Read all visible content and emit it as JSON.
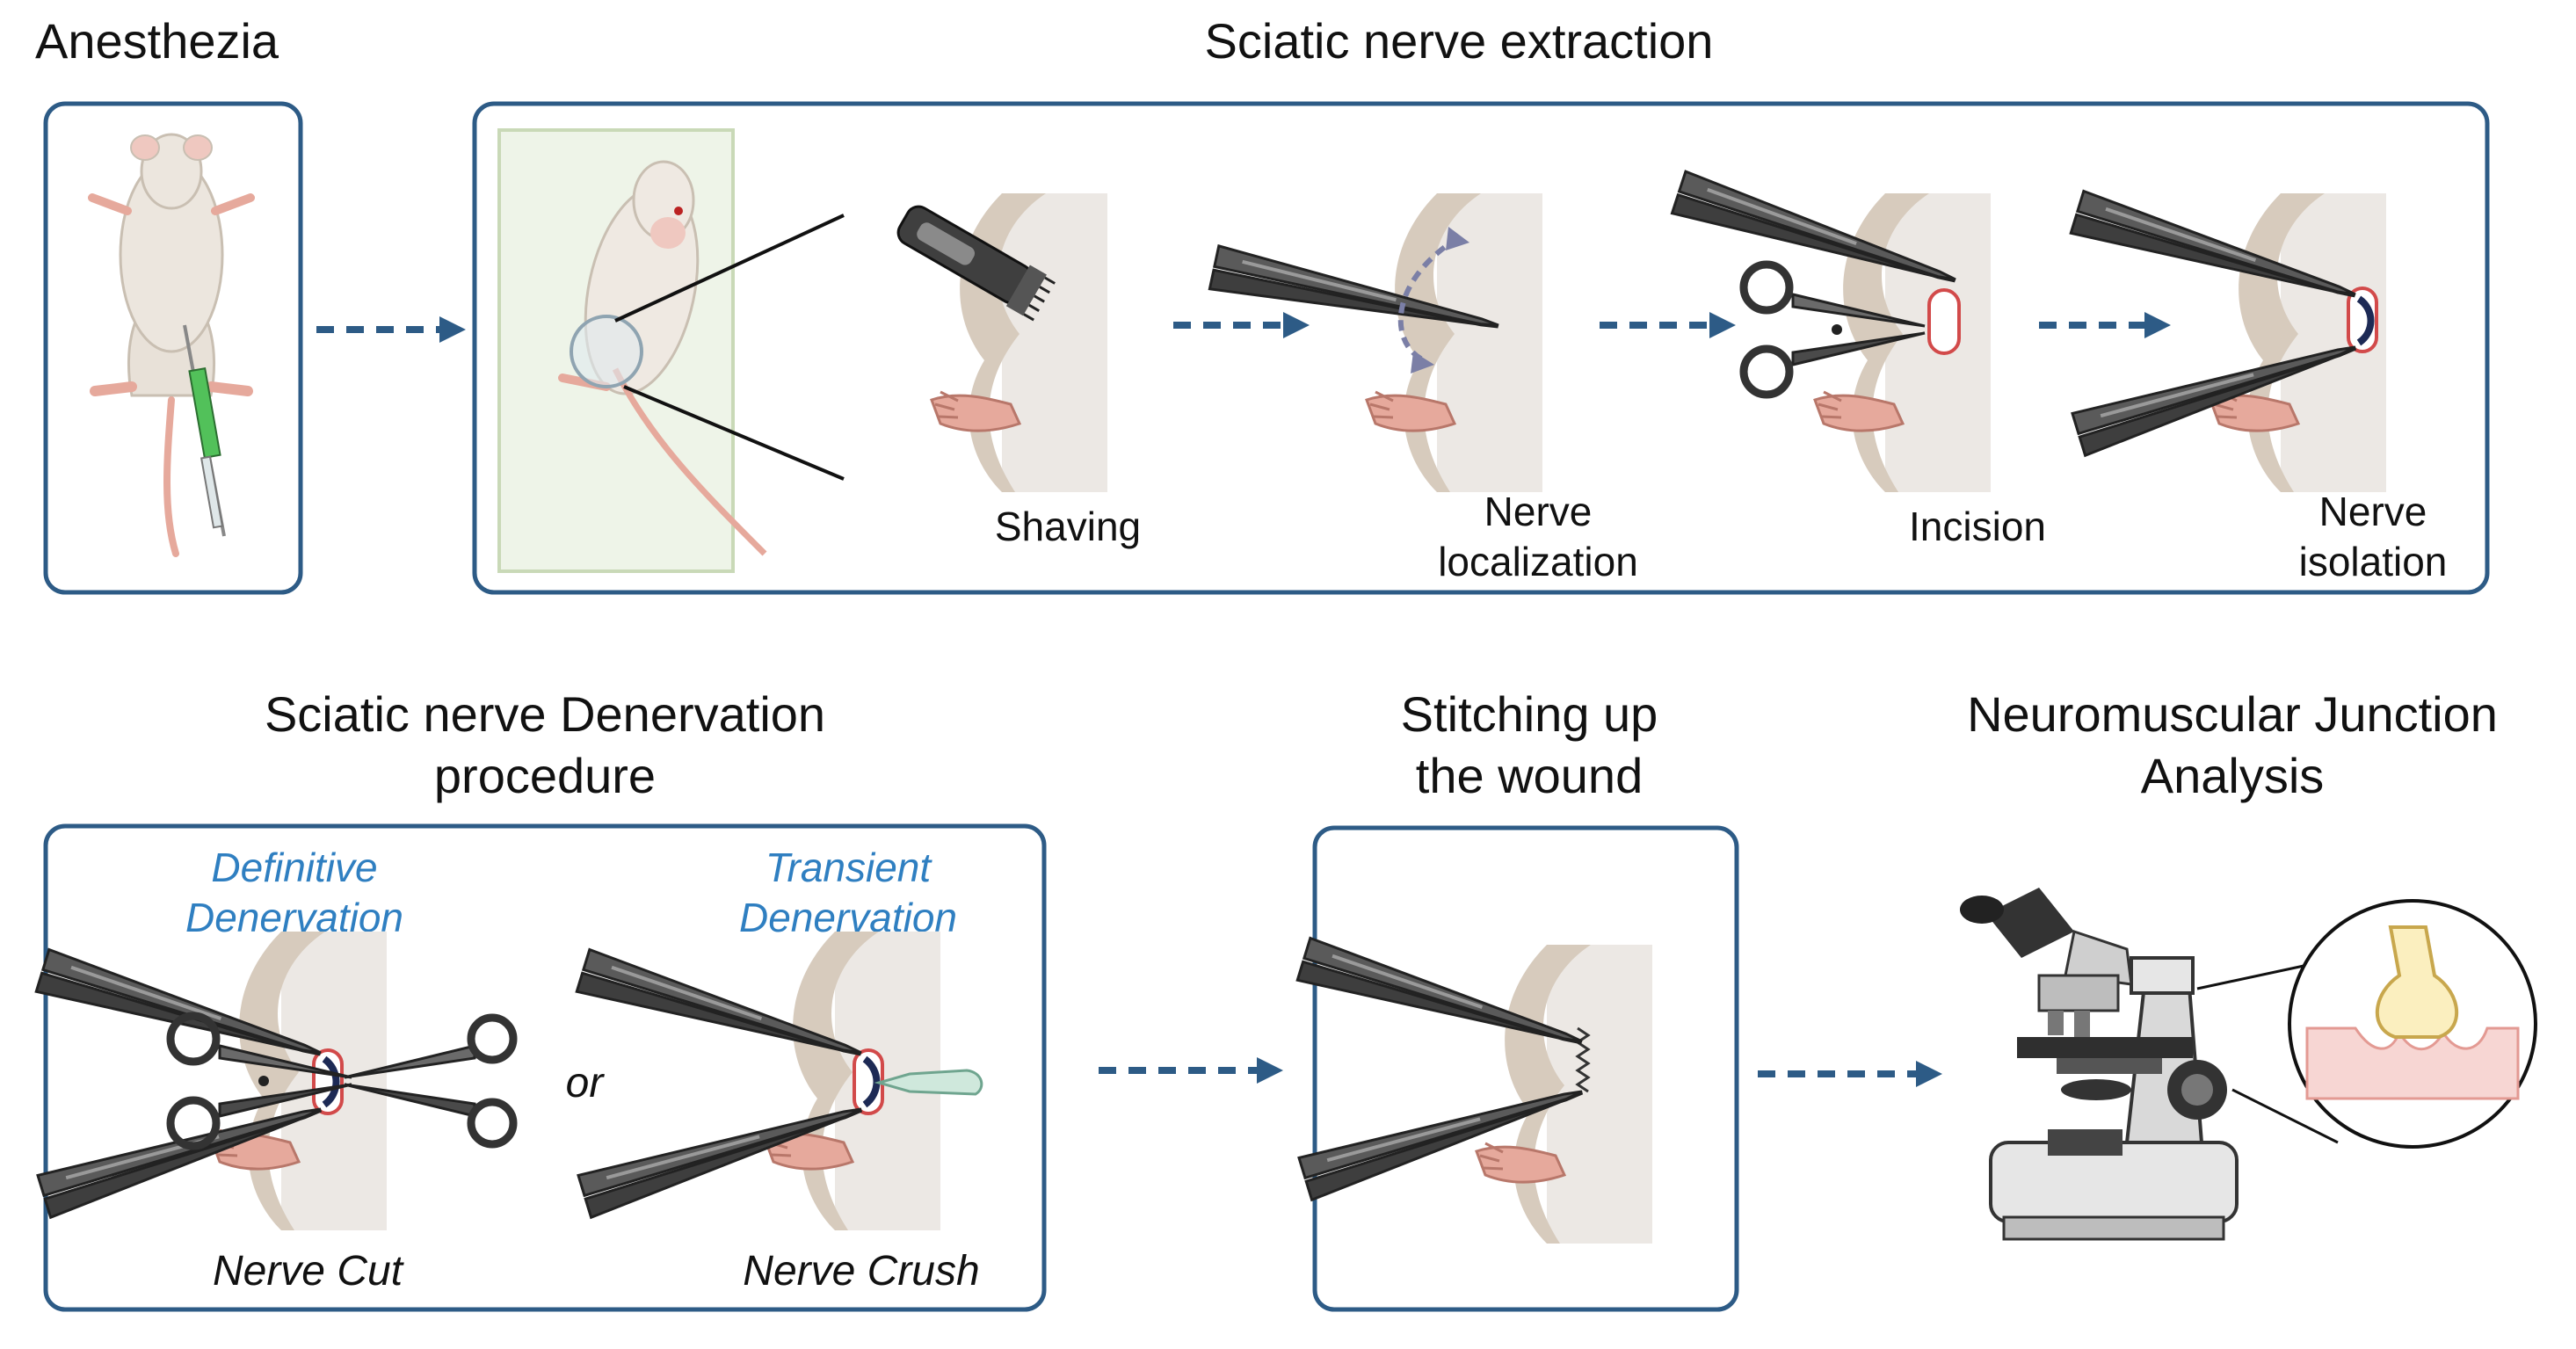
{
  "titles": {
    "anesthesia": "Anesthezia",
    "extraction": "Sciatic nerve extraction",
    "denervation_line1": "Sciatic nerve Denervation",
    "denervation_line2": "procedure",
    "stitching_line1": "Stitching up",
    "stitching_line2": "the wound",
    "nmj_line1": "Neuromuscular Junction",
    "nmj_line2": "Analysis"
  },
  "steps": {
    "shaving": "Shaving",
    "localization_line1": "Nerve",
    "localization_line2": "localization",
    "incision": "Incision",
    "isolation_line1": "Nerve",
    "isolation_line2": "isolation"
  },
  "denervation": {
    "definitive_line1": "Definitive",
    "definitive_line2": "Denervation",
    "transient_line1": "Transient",
    "transient_line2": "Denervation",
    "or": "or",
    "cut": "Nerve Cut",
    "crush": "Nerve Crush"
  },
  "colors": {
    "panel_border": "#2d5b86",
    "accent_blue_text": "#2f7fc1",
    "skin": "#e6ddd3",
    "paw": "#e6a99c",
    "instrument": "#4a4a4a"
  }
}
